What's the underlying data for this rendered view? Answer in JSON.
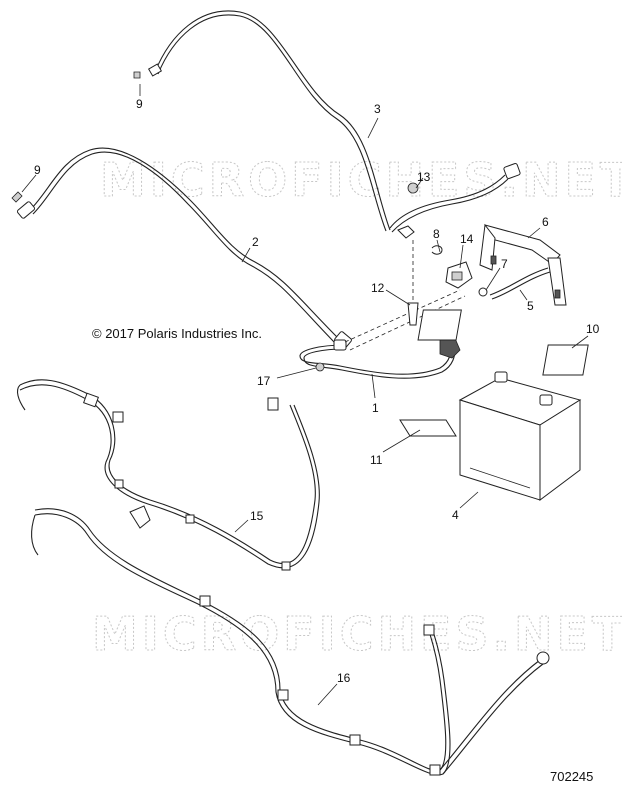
{
  "watermark": "MICROFICHES.NET",
  "copyright": "© 2017 Polaris Industries Inc.",
  "figure_number": "702245",
  "callouts": {
    "c1": "1",
    "c2": "2",
    "c3": "3",
    "c4": "4",
    "c5": "5",
    "c6": "6",
    "c7": "7",
    "c8": "8",
    "c9a": "9",
    "c9b": "9",
    "c10": "10",
    "c11": "11",
    "c12": "12",
    "c13": "13",
    "c14": "14",
    "c15": "15",
    "c16": "16",
    "c17": "17"
  }
}
